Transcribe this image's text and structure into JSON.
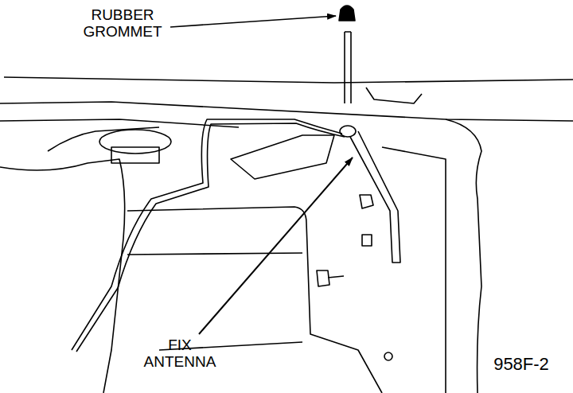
{
  "diagram": {
    "labels": [
      "RUBBER GROMMET",
      "FIX ANTENNA",
      "958F-2"
    ]
  }
}
